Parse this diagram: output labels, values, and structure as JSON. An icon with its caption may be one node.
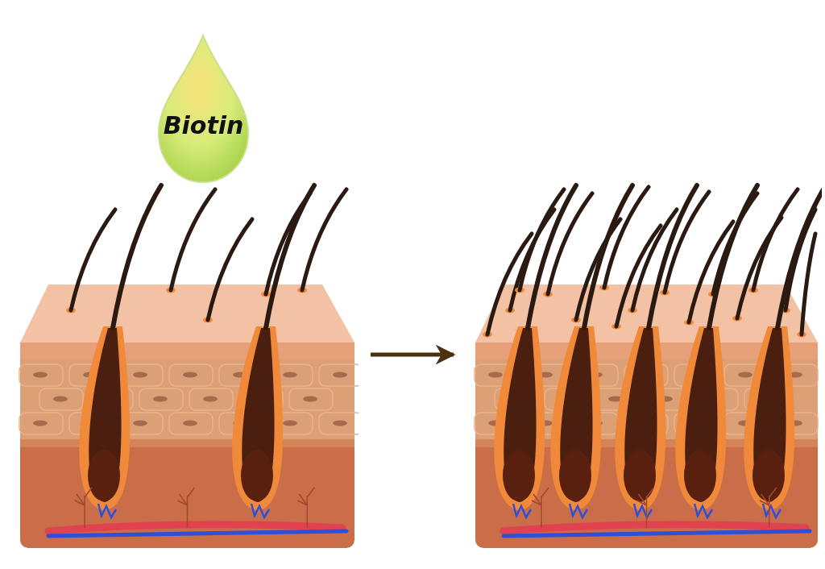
{
  "diagram": {
    "nodes": [
      {
        "text": [
          "Biotin"
        ]
      },
      {
        "text": [],
        "shape": "picture"
      },
      {
        "text": [],
        "shape": "picture"
      }
    ],
    "edges": [
      {
        "from": 1,
        "to": 2,
        "arrow": "to"
      }
    ]
  }
}
